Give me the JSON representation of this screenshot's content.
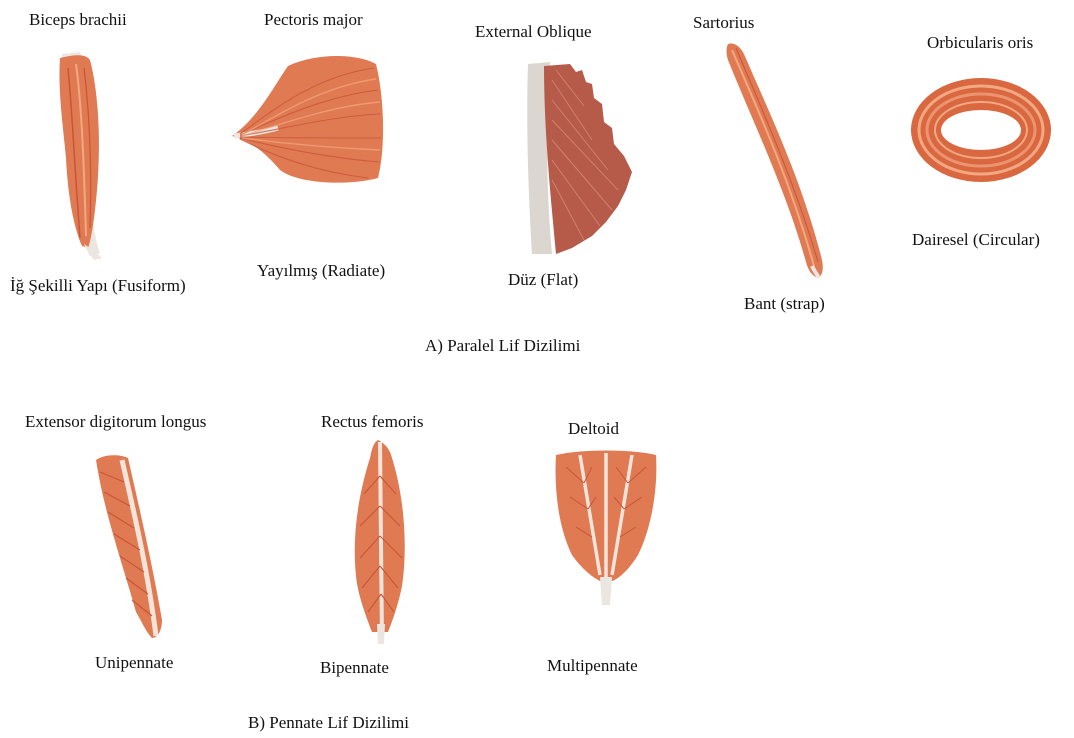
{
  "colors": {
    "muscle": "#e07a52",
    "muscle_dark": "#c8553a",
    "muscle_light": "#f2a882",
    "tendon": "#ece6e0",
    "flat_muscle": "#b65a4a",
    "flat_tendon": "#dcd6d0",
    "text": "#111111",
    "background": "#ffffff"
  },
  "section_a": {
    "caption": "A) Paralel Lif Dizilimi",
    "items": [
      {
        "muscle": "Biceps brachii",
        "type": "İğ Şekilli Yapı (Fusiform)",
        "icon": "fusiform-muscle-icon"
      },
      {
        "muscle": "Pectoris major",
        "type": "Yayılmış (Radiate)",
        "icon": "radiate-muscle-icon"
      },
      {
        "muscle": "External Oblique",
        "type": "Düz (Flat)",
        "icon": "flat-muscle-icon"
      },
      {
        "muscle": "Sartorius",
        "type": "Bant (strap)",
        "icon": "strap-muscle-icon"
      },
      {
        "muscle": "Orbicularis oris",
        "type": "Dairesel (Circular)",
        "icon": "circular-muscle-icon"
      }
    ]
  },
  "section_b": {
    "caption": "B) Pennate Lif Dizilimi",
    "items": [
      {
        "muscle": "Extensor digitorum longus",
        "type": "Unipennate",
        "icon": "unipennate-muscle-icon"
      },
      {
        "muscle": "Rectus femoris",
        "type": "Bipennate",
        "icon": "bipennate-muscle-icon"
      },
      {
        "muscle": "Deltoid",
        "type": "Multipennate",
        "icon": "multipennate-muscle-icon"
      }
    ]
  }
}
